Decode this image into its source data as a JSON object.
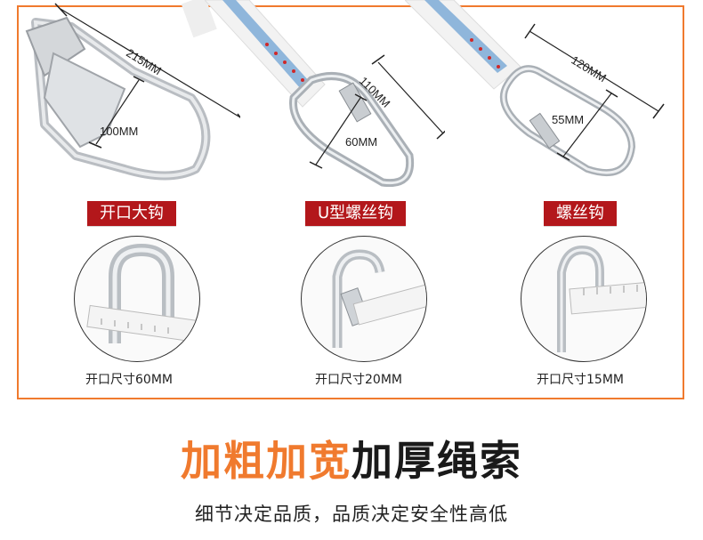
{
  "hooks": [
    {
      "name": "开口大钩",
      "length_label": "215MM",
      "width_label": "100MM",
      "opening_caption": "开口尺寸60MM"
    },
    {
      "name": "U型螺丝钩",
      "length_label": "110MM",
      "width_label": "60MM",
      "opening_caption": "开口尺寸20MM"
    },
    {
      "name": "螺丝钩",
      "length_label": "120MM",
      "width_label": "55MM",
      "opening_caption": "开口尺寸15MM"
    }
  ],
  "headline": {
    "orange_part": "加粗加宽",
    "black_part": "加厚绳索"
  },
  "subline": "细节决定品质，品质决定安全性高低",
  "colors": {
    "frame_border": "#f07a2e",
    "tag_background": "#b3171b",
    "headline_orange": "#f07a2e",
    "headline_black": "#1a1a1a"
  }
}
